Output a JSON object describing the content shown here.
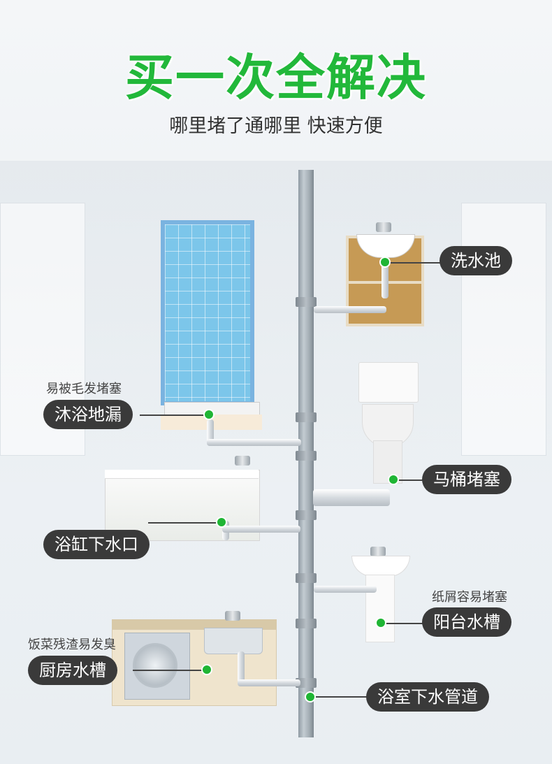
{
  "title": "买一次全解决",
  "subtitle": "哪里堵了通哪里 快速方便",
  "labels": {
    "sink": "洗水池",
    "shower_drain": "沐浴地漏",
    "toilet": "马桶堵塞",
    "bathtub": "浴缸下水口",
    "balcony": "阳台水槽",
    "kitchen": "厨房水槽",
    "main_pipe": "浴室下水管道"
  },
  "notes": {
    "shower_drain": "易被毛发堵塞",
    "balcony": "纸屑容易堵塞",
    "kitchen": "饭菜残渣易发臭"
  },
  "colors": {
    "title": "#22b83a",
    "dot": "#1fb534",
    "label_bg": "#3a3a3a"
  }
}
